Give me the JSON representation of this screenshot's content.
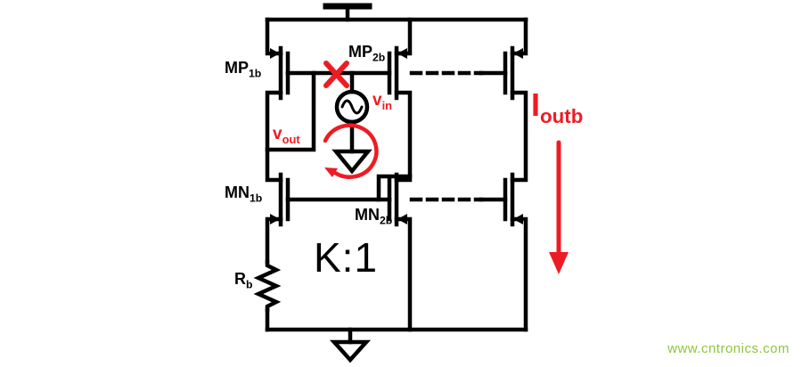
{
  "schematic": {
    "devices": {
      "mp1b": {
        "base": "MP",
        "sub": "1b"
      },
      "mp2b": {
        "base": "MP",
        "sub": "2b"
      },
      "mn1b": {
        "base": "MN",
        "sub": "1b"
      },
      "mn2b": {
        "base": "MN",
        "sub": "2b"
      },
      "rb": {
        "base": "R",
        "sub": "b"
      }
    },
    "signals": {
      "vin": {
        "base": "v",
        "sub": "in"
      },
      "vout": {
        "base": "v",
        "sub": "out"
      },
      "ioutb": {
        "base": "I",
        "sub": "outb"
      }
    },
    "ratio_label": "K:1",
    "watermark": "www.cntronics.com",
    "colors": {
      "wire": "#000000",
      "annotation": "#ed1c24",
      "watermark": "#8dc63f"
    }
  }
}
